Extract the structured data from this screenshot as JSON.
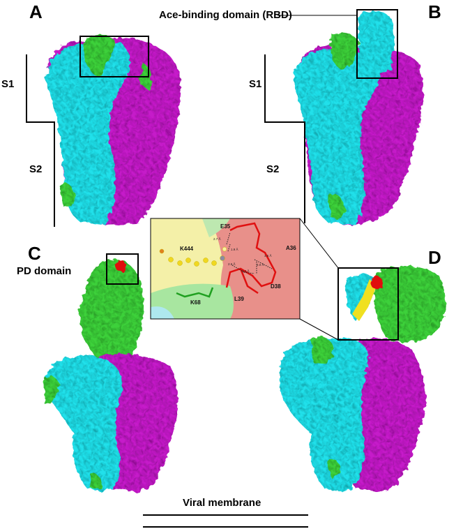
{
  "panels": {
    "a": "A",
    "b": "B",
    "c": "C",
    "d": "D"
  },
  "labels": {
    "rbd": "Ace-binding domain (RBD)",
    "s1_a": "S1",
    "s2_a": "S2",
    "s1_b": "S1",
    "s2_b": "S2",
    "pd_domain": "PD domain",
    "membrane": "Viral membrane"
  },
  "inset": {
    "residues": [
      "E35",
      "K444",
      "A36",
      "D38",
      "L39",
      "K68"
    ],
    "distances": [
      "2.7 Å",
      "1.9 Å",
      "3.5 Å",
      "2.6 Å",
      "2.2 Å",
      "2.0 Å"
    ]
  },
  "colors": {
    "cyan": "#22e0ea",
    "magenta": "#c51fc9",
    "green": "#3ed13a",
    "red": "#e01010",
    "yellow": "#f0e020"
  }
}
